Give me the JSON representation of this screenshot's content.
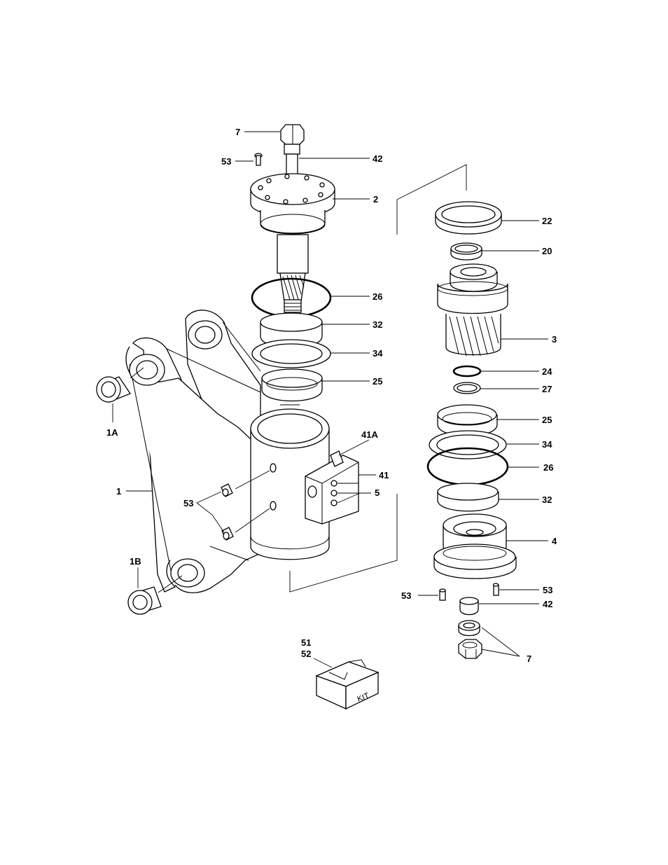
{
  "callouts": {
    "c7_top": "7",
    "c53_top": "53",
    "c42_top": "42",
    "c2": "2",
    "c26_left": "26",
    "c32_left": "32",
    "c34_left": "34",
    "c25_left": "25",
    "c1A": "1A",
    "c1": "1",
    "c53_body": "53",
    "c41A": "41A",
    "c41": "41",
    "c5": "5",
    "c1B": "1B",
    "c22": "22",
    "c20": "20",
    "c3": "3",
    "c24": "24",
    "c27": "27",
    "c25_right": "25",
    "c34_right": "34",
    "c26_right": "26",
    "c32_right": "32",
    "c4": "4",
    "c53_right_a": "53",
    "c53_right_b": "53",
    "c42_right": "42",
    "c7_right": "7",
    "c51": "51",
    "c52": "52"
  },
  "kit_label": "KIT"
}
